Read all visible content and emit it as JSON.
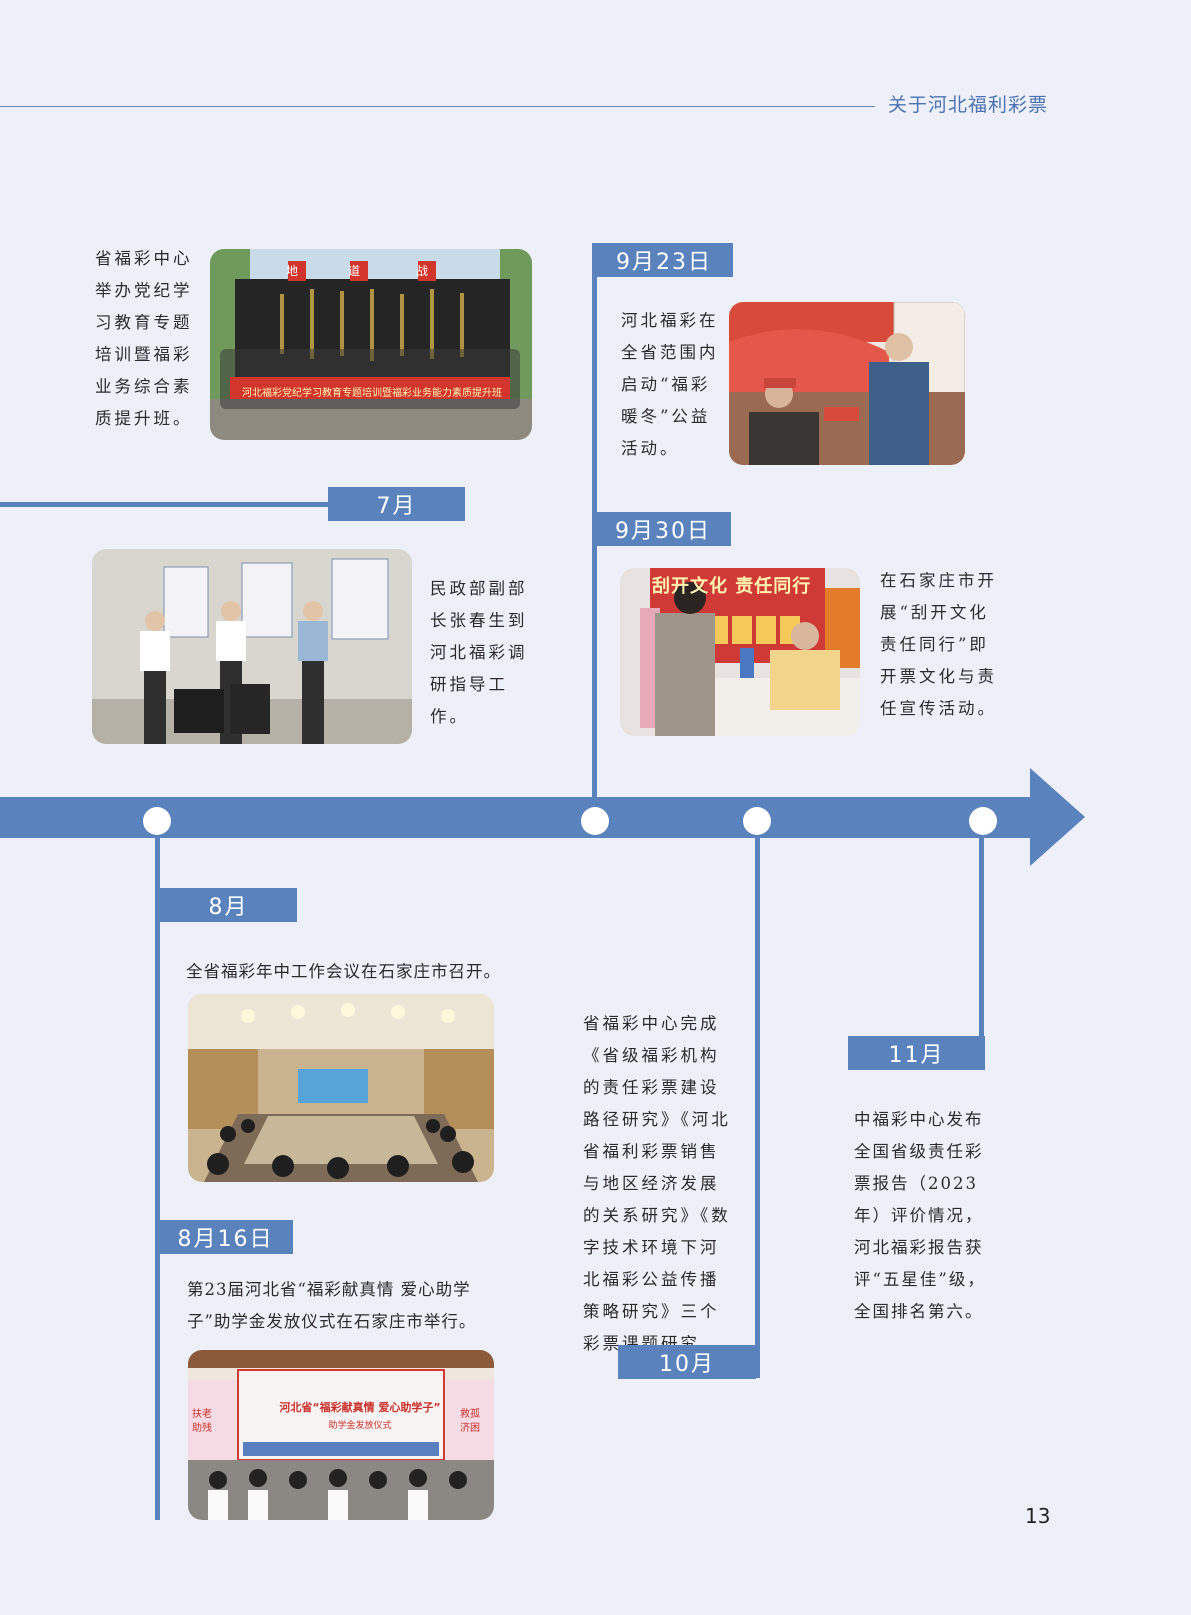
{
  "header": {
    "title": "关于河北福利彩票"
  },
  "page_number": "13",
  "events": {
    "july": {
      "label": "7月",
      "text1": "省福彩中心举办党纪学习教育专题培训暨福彩业务综合素质提升班。",
      "banner": "河北福彩党纪学习教育专题培训暨福彩业务能力素质提升班",
      "sign_chars": [
        "地",
        "道",
        "战"
      ],
      "text2": "民政部副部长张春生到河北福彩调研指导工作。"
    },
    "aug": {
      "label": "8月",
      "text": "全省福彩年中工作会议在石家庄市召开。"
    },
    "aug16": {
      "label": "8月16日",
      "text": "第23届河北省“福彩献真情 爱心助学子”助学金发放仪式在石家庄市举行。",
      "stage_title": "河北省“福彩献真情 爱心助学子”",
      "stage_subtitle": "助学金发放仪式",
      "stage_left": "扶老助残",
      "stage_right": "救孤济困"
    },
    "sep23": {
      "label": "9月23日",
      "text": "河北福彩在全省范围内启动“福彩暖冬”公益活动。"
    },
    "sep30": {
      "label": "9月30日",
      "text": "在石家庄市开展“刮开文化责任同行”即开票文化与责任宣传活动。",
      "booth_sign": "刮开文化 责任同行"
    },
    "oct": {
      "label": "10月",
      "text": "省福彩中心完成《省级福彩机构的责任彩票建设路径研究》《河北省福利彩票销售与地区经济发展的关系研究》《数字技术环境下河北福彩公益传播策略研究》三个彩票课题研究。"
    },
    "nov": {
      "label": "11月",
      "text": "中福彩中心发布全国省级责任彩票报告（2023年）评价情况，河北福彩报告获评“五星佳”级，全国排名第六。"
    }
  },
  "colors": {
    "accent": "#5a82bd",
    "background": "#edf0f8",
    "header_text": "#4b72b3",
    "banner_red": "#d2352b"
  }
}
